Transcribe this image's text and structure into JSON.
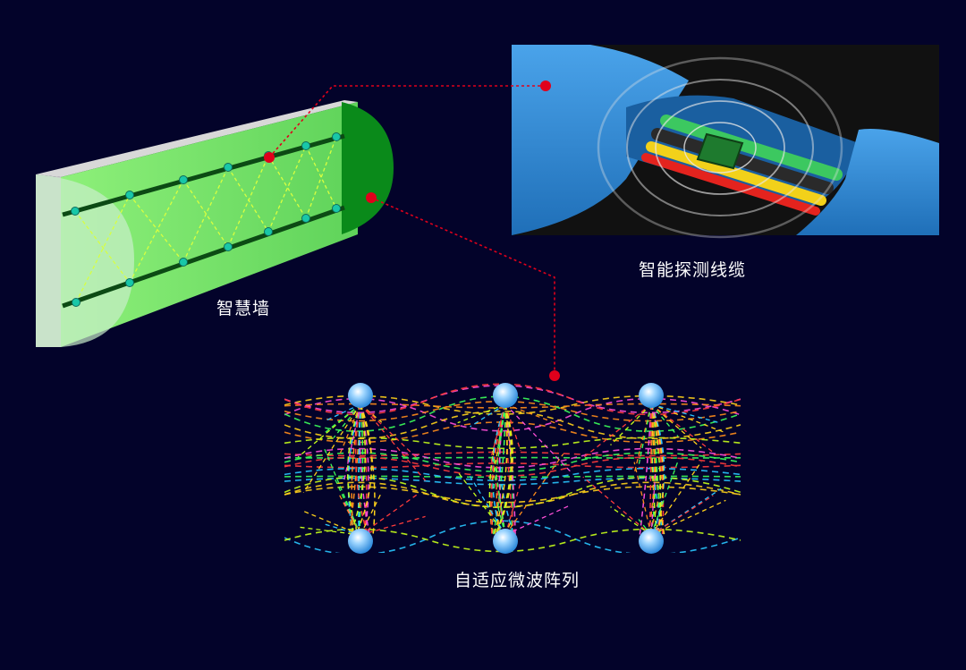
{
  "labels": {
    "smart_wall": "智慧墙",
    "smart_cable": "智能探测线缆",
    "microwave_array": "自适应微波阵列"
  },
  "colors": {
    "background": "#03032a",
    "wall_green": "#5fd35a",
    "wall_dark_green": "#0a8a1a",
    "connector_red": "#e0001b",
    "pipe_blue": "#3a8fd6",
    "cable_panel_bg": "#111111"
  }
}
